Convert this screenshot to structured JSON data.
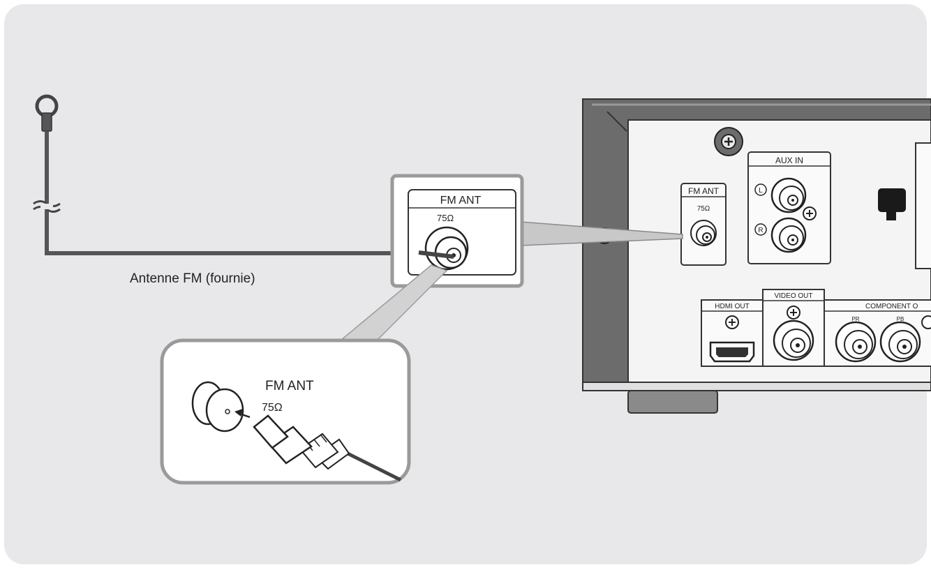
{
  "labels": {
    "antenna_caption": "Antenne FM (fournie)",
    "zoom_title": "FM ANT",
    "zoom_impedance": "75Ω",
    "inset_title": "FM ANT",
    "inset_impedance": "75Ω",
    "device_fm_ant": "FM ANT",
    "device_fm_ohm": "75Ω",
    "aux_in": "AUX IN",
    "aux_l": "L",
    "aux_r": "R",
    "hdmi_out": "HDMI OUT",
    "video_out": "VIDEO OUT",
    "component_out": "COMPONENT O",
    "comp_pr": "PR",
    "comp_pb": "PB"
  },
  "colors": {
    "background": "#e8e8ea",
    "device_frame": "#6c6c6c",
    "line": "#3a3a3a",
    "cable": "#555555"
  }
}
